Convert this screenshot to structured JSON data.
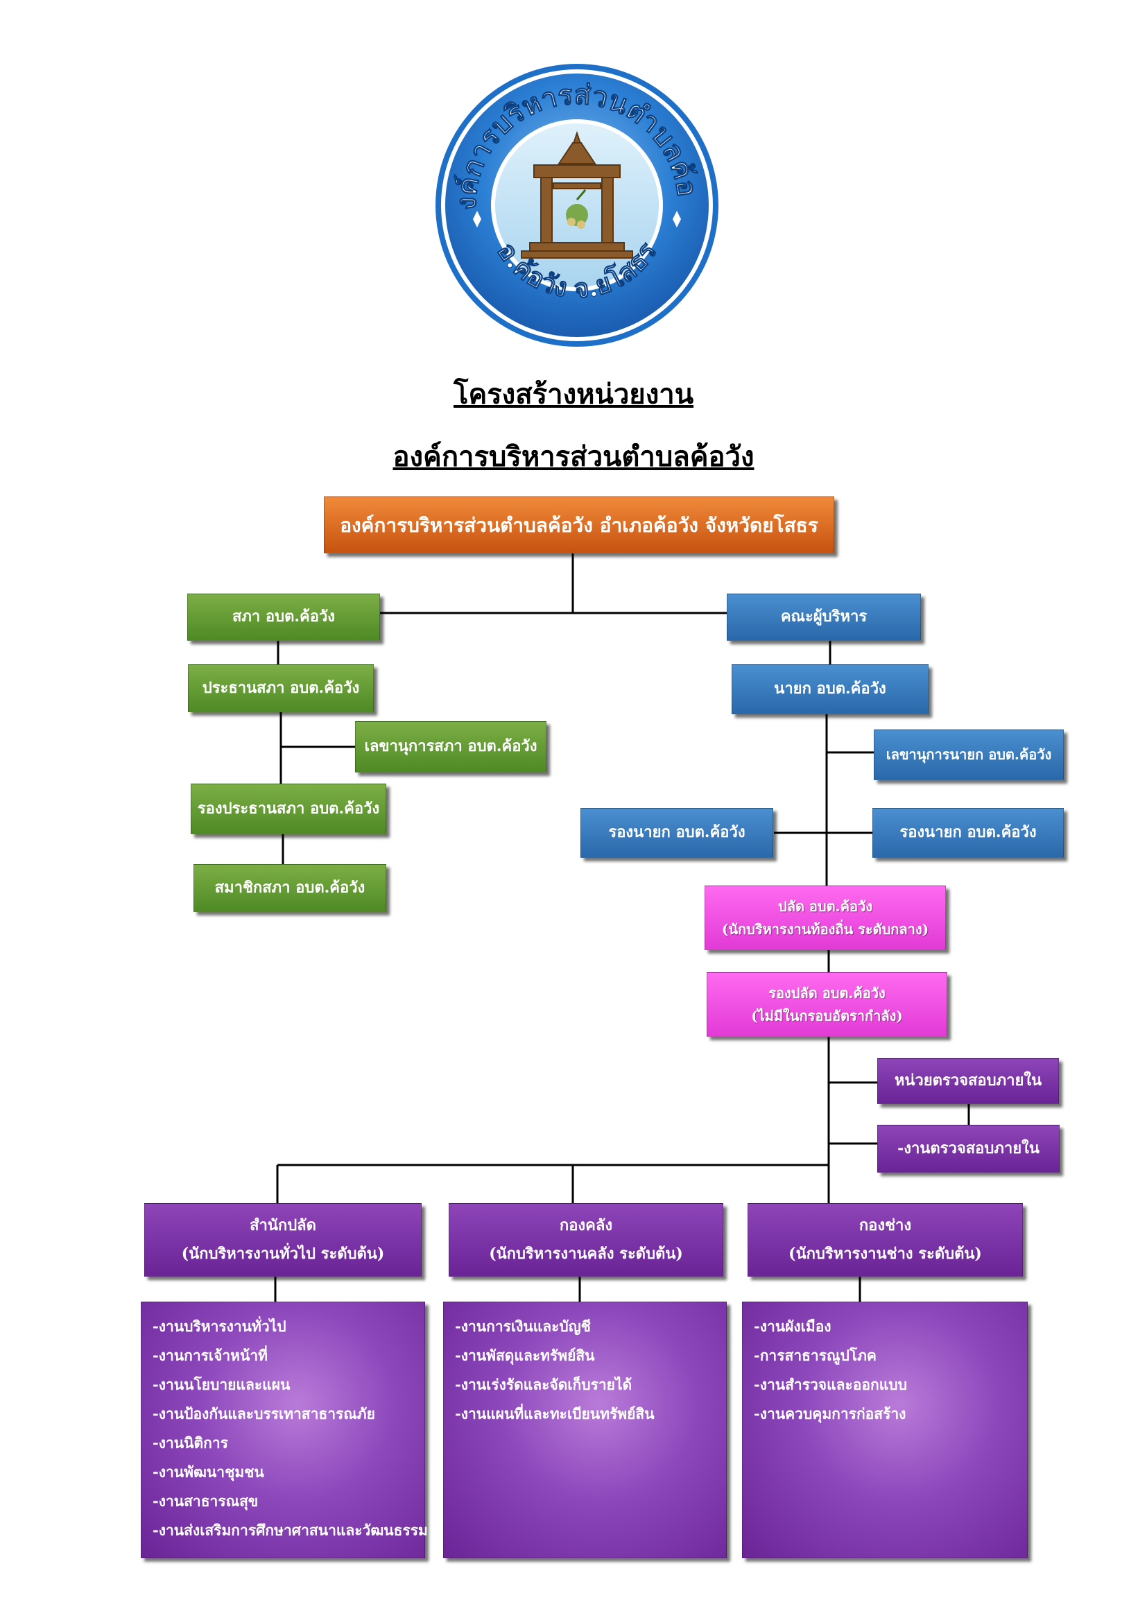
{
  "header": {
    "logo": {
      "top_text": "องค์การบริหารส่วนตำบลค้อวัง",
      "bottom_text": "อ.ค้อวัง จ.ยโสธร",
      "colors": {
        "ring": "#1e6fc8",
        "ring_light": "#7fb6ec",
        "pavilion": "#8b5a2b",
        "sky": "#cfe9f7"
      }
    },
    "title_line1": "โครงสร้างหน่วยงาน",
    "title_line2": "องค์การบริหารส่วนตำบลค้อวัง"
  },
  "org": {
    "top": "องค์การบริหารส่วนตำบลค้อวัง อำเภอค้อวัง จังหวัดยโสธร",
    "council": {
      "council": "สภา อบต.ค้อวัง",
      "chair": "ประธานสภา อบต.ค้อวัง",
      "secretary": "เลขานุการสภา อบต.ค้อวัง",
      "vice_chair": "รองประธานสภา อบต.ค้อวัง",
      "members": "สมาชิกสภา อบต.ค้อวัง"
    },
    "executive": {
      "board": "คณะผู้บริหาร",
      "mayor": "นายก อบต.ค้อวัง",
      "secretary": "เลขานุการนายก อบต.ค้อวัง",
      "vice_mayor_left": "รองนายก อบต.ค้อวัง",
      "vice_mayor_right": "รองนายก อบต.ค้อวัง"
    },
    "palad": {
      "line1": "ปลัด อบต.ค้อวัง",
      "line2": "(นักบริหารงานท้องถิ่น ระดับกลาง)"
    },
    "deputy_palad": {
      "line1": "รองปลัด อบต.ค้อวัง",
      "line2": "(ไม่มีในกรอบอัตรากำลัง)"
    },
    "audit_unit": "หน่วยตรวจสอบภายใน",
    "audit_work": "-งานตรวจสอบภายใน",
    "divisions": [
      {
        "name": "สำนักปลัด",
        "level": "(นักบริหารงานทั่วไป ระดับต้น)",
        "tasks": [
          "-งานบริหารงานทั่วไป",
          "-งานการเจ้าหน้าที่",
          "-งานนโยบายและแผน",
          "-งานป้องกันและบรรเทาสาธารณภัย",
          "-งานนิติการ",
          "-งานพัฒนาชุมชน",
          "-งานสาธารณสุข",
          "-งานส่งเสริมการศึกษาศาสนาและวัฒนธรรม"
        ]
      },
      {
        "name": "กองคลัง",
        "level": "(นักบริหารงานคลัง ระดับต้น)",
        "tasks": [
          "-งานการเงินและบัญชี",
          "-งานพัสดุและทรัพย์สิน",
          "-งานเร่งรัดและจัดเก็บรายได้",
          "-งานแผนที่และทะเบียนทรัพย์สิน"
        ]
      },
      {
        "name": "กองช่าง",
        "level": "(นักบริหารงานช่าง ระดับต้น)",
        "tasks": [
          "-งานผังเมือง",
          "-การสาธารณูปโภค",
          "-งานสำรวจและออกแบบ",
          "-งานควบคุมการก่อสร้าง"
        ]
      }
    ]
  }
}
